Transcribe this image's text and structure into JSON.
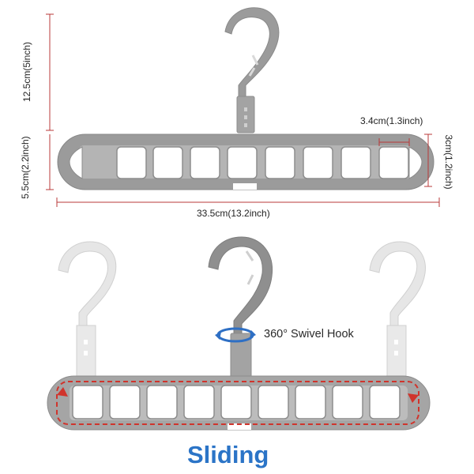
{
  "dimensions": {
    "hook_height": "12.5cm(5inch)",
    "body_height": "5.5cm(2.2inch)",
    "slot_width": "3.4cm(1.3inch)",
    "slot_height": "3cm(1.2inch)",
    "total_width": "33.5cm(13.2inch)"
  },
  "features": {
    "swivel_label": "360° Swivel Hook",
    "sliding_label": "Sliding"
  },
  "colors": {
    "hanger_gray": "#9b9b9b",
    "hanger_gray_dark": "#808080",
    "hanger_light": "#e6e6e6",
    "dimension_line": "#b83a3a",
    "arrow_red": "#d0342c",
    "swivel_blue": "#2e6fc4",
    "sliding_blue": "#2b74c7"
  }
}
